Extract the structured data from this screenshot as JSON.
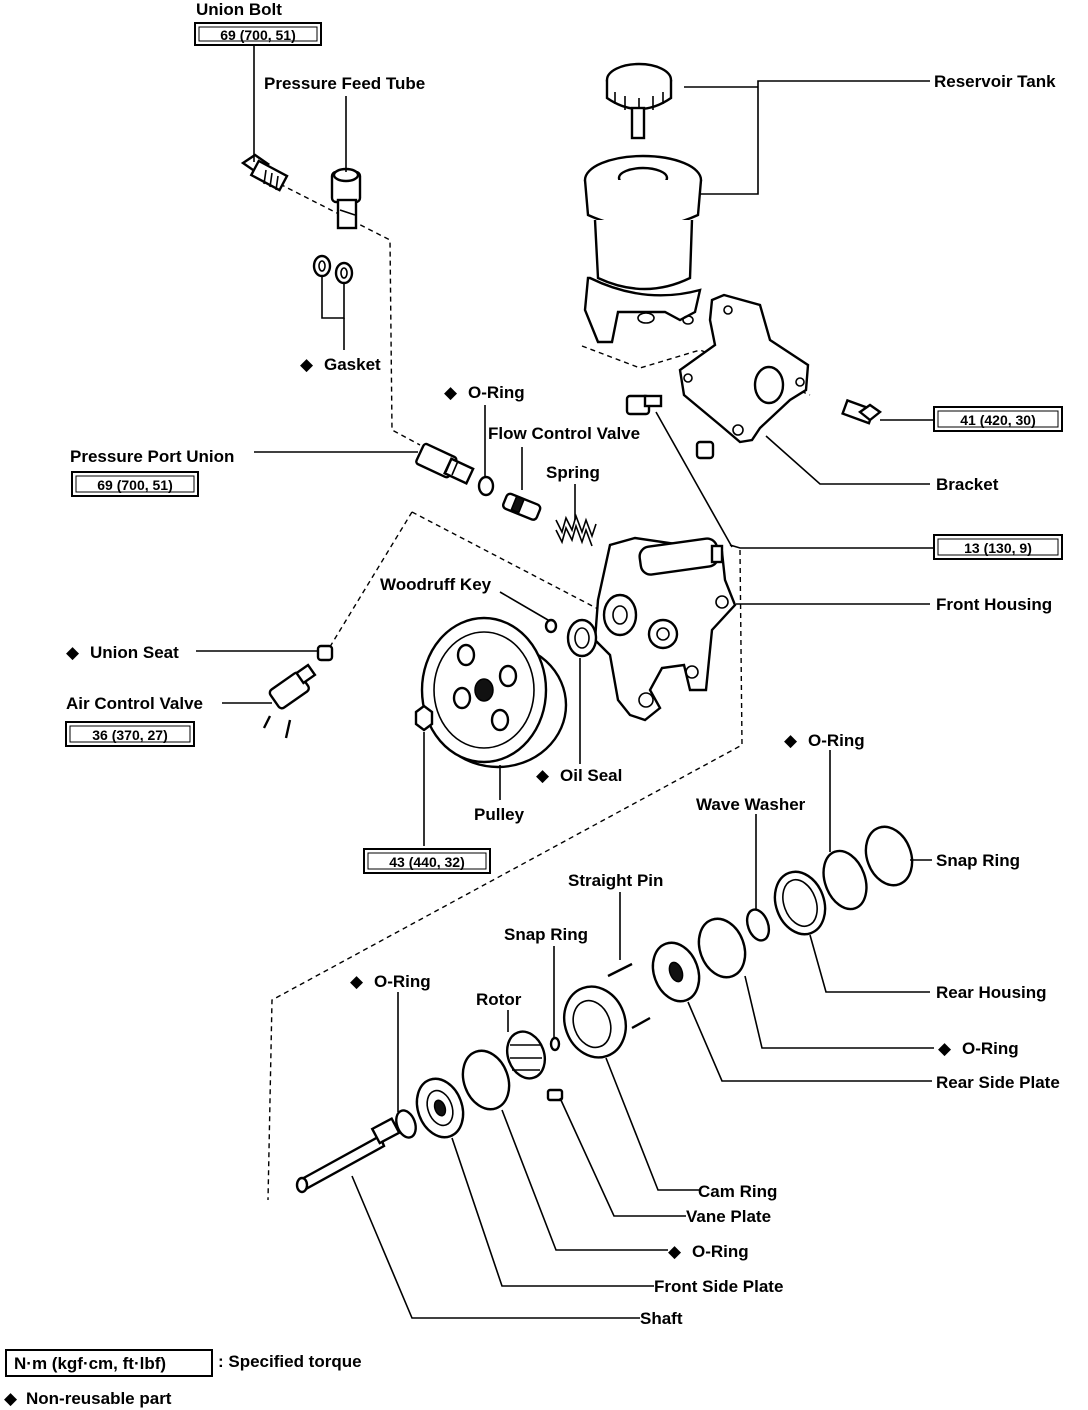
{
  "labels": {
    "union_bolt": "Union Bolt",
    "pressure_feed_tube": "Pressure Feed Tube",
    "reservoir_tank": "Reservoir Tank",
    "gasket": "Gasket",
    "o_ring_1": "O-Ring",
    "flow_control_valve": "Flow Control Valve",
    "pressure_port_union": "Pressure Port Union",
    "spring": "Spring",
    "bracket": "Bracket",
    "front_housing": "Front Housing",
    "woodruff_key": "Woodruff Key",
    "union_seat": "Union Seat",
    "air_control_valve": "Air Control Valve",
    "oil_seal": "Oil Seal",
    "pulley": "Pulley",
    "o_ring_2": "O-Ring",
    "wave_washer": "Wave Washer",
    "snap_ring_1": "Snap Ring",
    "straight_pin": "Straight Pin",
    "snap_ring_2": "Snap Ring",
    "o_ring_3": "O-Ring",
    "rotor": "Rotor",
    "rear_housing": "Rear Housing",
    "o_ring_4": "O-Ring",
    "rear_side_plate": "Rear Side Plate",
    "cam_ring": "Cam Ring",
    "vane_plate": "Vane Plate",
    "o_ring_5": "O-Ring",
    "front_side_plate": "Front Side Plate",
    "shaft": "Shaft"
  },
  "torques": {
    "union_bolt": "69 (700, 51)",
    "bracket_bolt": "41 (420, 30)",
    "pressure_port_union": "69 (700, 51)",
    "front_housing_bolt": "13 (130, 9)",
    "air_control_valve": "36 (370, 27)",
    "pulley_nut": "43 (440, 32)"
  },
  "legend": {
    "torque_unit": "N·m (kgf·cm, ft·lbf)",
    "torque_desc": ": Specified torque",
    "nonreusable_symbol": "◆",
    "nonreusable_desc": "Non-reusable part"
  },
  "marker": "◆"
}
